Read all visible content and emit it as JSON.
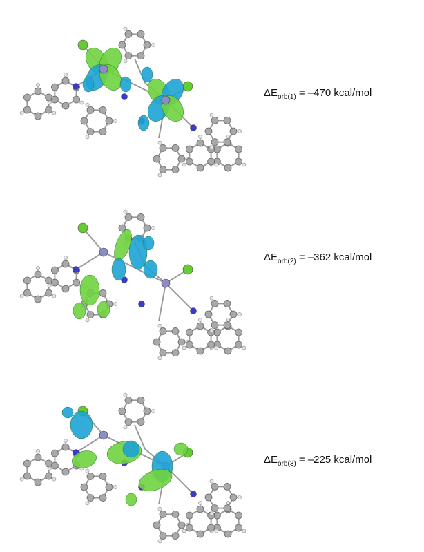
{
  "panels": [
    {
      "delta": "ΔE",
      "sub": "orb(1)",
      "value": "= –470 kcal/mol"
    },
    {
      "delta": "ΔE",
      "sub": "orb(2)",
      "value": "= –362 kcal/mol"
    },
    {
      "delta": "ΔE",
      "sub": "orb(3)",
      "value": "= –225 kcal/mol"
    }
  ],
  "colors": {
    "carbon": "#a9a9a9",
    "hydrogen": "#e6e6e6",
    "nitrogen": "#3a3ad0",
    "metal": "#8c8cc8",
    "chlorine": "#66cc33",
    "lobe_green": "#6fd33f",
    "lobe_blue": "#1ea3d6",
    "bond": "#9a9a9a"
  }
}
